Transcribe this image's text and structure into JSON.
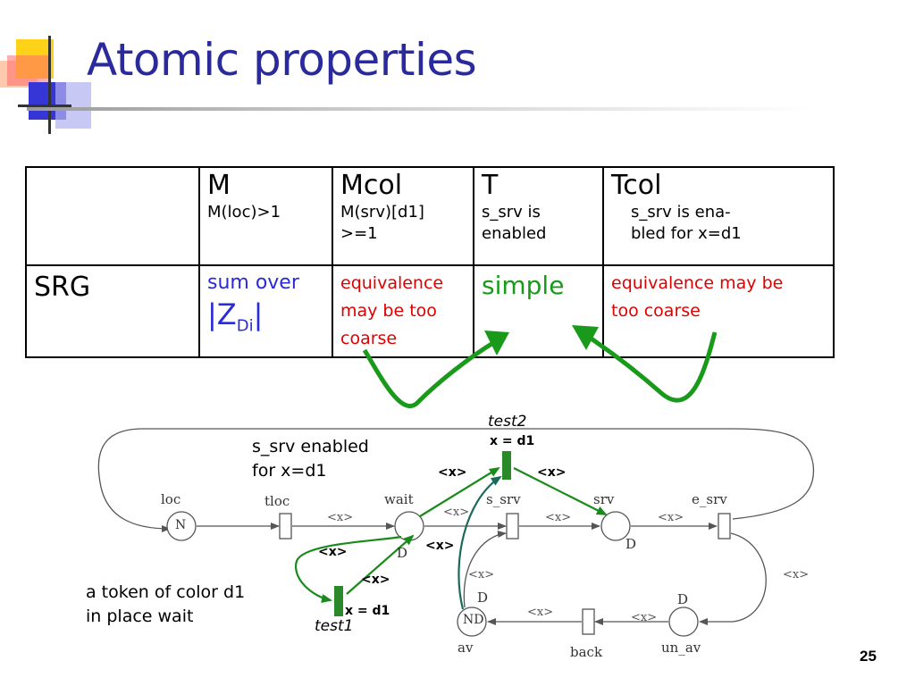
{
  "slide": {
    "title": "Atomic properties",
    "page_number": "25"
  },
  "table": {
    "columns": [
      {
        "name": "M",
        "detail": "M(loc)>1"
      },
      {
        "name": "Mcol",
        "detail_line1": "M(srv)[d1]",
        "detail_line2": ">=1"
      },
      {
        "name": "T",
        "detail_line1": "s_srv is",
        "detail_line2": "enabled"
      },
      {
        "name": "Tcol",
        "detail_line1": "s_srv is ena-",
        "detail_line2": "bled for x=d1"
      }
    ],
    "row": {
      "label": "SRG",
      "m_line1": "sum over",
      "m_bar_left": "|Z",
      "m_sub": "Di",
      "m_bar_right": "|",
      "mcol_line1": "equivalence",
      "mcol_line2": "may be too",
      "mcol_line3": "coarse",
      "t_value": "simple",
      "tcol_line1": "equivalence may be",
      "tcol_line2": "too coarse"
    },
    "colors": {
      "blue": "#2a2ad8",
      "red": "#e00000",
      "green": "#1a9a1a"
    }
  },
  "net": {
    "places": {
      "loc": "loc",
      "loc_token": "N",
      "wait": "wait",
      "wait_domain": "D",
      "srv": "srv",
      "srv_domain": "D",
      "un_av": "un_av",
      "un_av_domain": "D",
      "av": "av",
      "av_token": "ND",
      "av_domain": "D"
    },
    "transitions": {
      "tloc": "tloc",
      "s_srv": "s_srv",
      "e_srv": "e_srv",
      "back": "back"
    },
    "arc_label": "<x>",
    "test1": {
      "name": "test1",
      "guard": "x = d1",
      "in_arc": "<x>",
      "out_arc": "<x>"
    },
    "test2": {
      "name": "test2",
      "guard": "x = d1",
      "in_arc": "<x>",
      "out_arc": "<x>"
    },
    "test2_side_label": "<x>"
  },
  "annotations": {
    "s_srv_enabled_line1": "s_srv enabled",
    "s_srv_enabled_line2": "for x=d1",
    "token_line1": "a token of color d1",
    "token_line2": "in place wait"
  }
}
